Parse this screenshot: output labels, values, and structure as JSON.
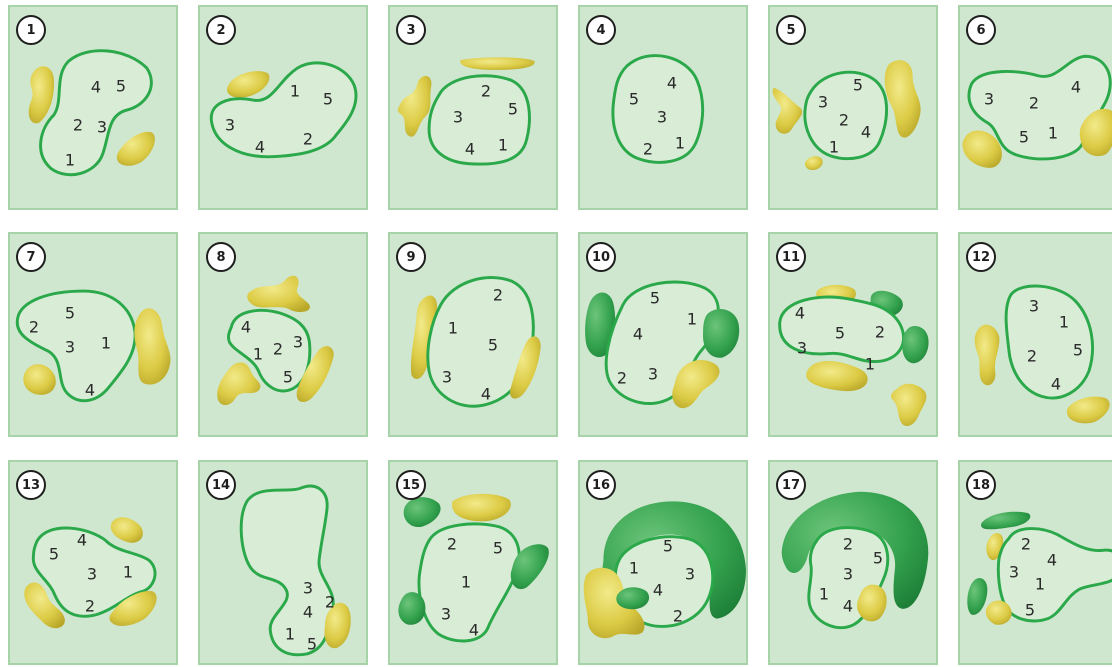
{
  "holes": [
    {
      "number": "1",
      "pins": [
        "4",
        "5",
        "2",
        "3",
        "1"
      ]
    },
    {
      "number": "2",
      "pins": [
        "1",
        "5",
        "3",
        "4",
        "2"
      ]
    },
    {
      "number": "3",
      "pins": [
        "2",
        "3",
        "5",
        "4",
        "1"
      ]
    },
    {
      "number": "4",
      "pins": [
        "4",
        "5",
        "3",
        "2",
        "1"
      ]
    },
    {
      "number": "5",
      "pins": [
        "5",
        "3",
        "2",
        "4",
        "1"
      ]
    },
    {
      "number": "6",
      "pins": [
        "3",
        "2",
        "4",
        "5",
        "1"
      ]
    },
    {
      "number": "7",
      "pins": [
        "5",
        "2",
        "3",
        "1",
        "4"
      ]
    },
    {
      "number": "8",
      "pins": [
        "4",
        "2",
        "3",
        "1",
        "5"
      ]
    },
    {
      "number": "9",
      "pins": [
        "2",
        "1",
        "5",
        "3",
        "4"
      ]
    },
    {
      "number": "10",
      "pins": [
        "5",
        "1",
        "4",
        "2",
        "3"
      ]
    },
    {
      "number": "11",
      "pins": [
        "4",
        "5",
        "2",
        "3",
        "1"
      ]
    },
    {
      "number": "12",
      "pins": [
        "3",
        "1",
        "2",
        "5",
        "4"
      ]
    },
    {
      "number": "13",
      "pins": [
        "4",
        "5",
        "3",
        "1",
        "2"
      ]
    },
    {
      "number": "14",
      "pins": [
        "3",
        "2",
        "4",
        "1",
        "5"
      ]
    },
    {
      "number": "15",
      "pins": [
        "2",
        "5",
        "1",
        "3",
        "4"
      ]
    },
    {
      "number": "16",
      "pins": [
        "5",
        "1",
        "3",
        "4",
        "2"
      ]
    },
    {
      "number": "17",
      "pins": [
        "2",
        "5",
        "3",
        "1",
        "4"
      ]
    },
    {
      "number": "18",
      "pins": [
        "2",
        "4",
        "3",
        "1",
        "5"
      ]
    }
  ],
  "colors": {
    "panel": "#cfe7cf",
    "panel_border": "#a6d3a8",
    "green_outline": "#2aa84a",
    "bunker": "#d4c43a",
    "mound": "#2e9a4a"
  }
}
